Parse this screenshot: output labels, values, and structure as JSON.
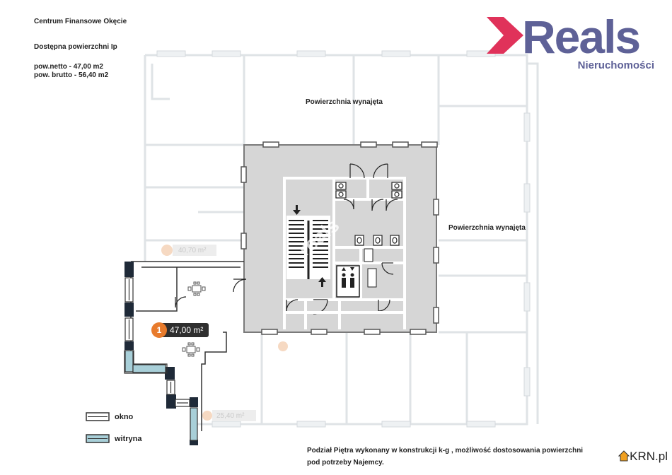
{
  "header": {
    "title": "Centrum Finansowe Okęcie",
    "subtitle": "Dostępna powierzchni Ip",
    "net_area": "pow.netto - 47,00 m2",
    "gross_area": "pow. brutto - 56,40 m2"
  },
  "brand": {
    "name": "Reals",
    "tagline": "Nieruchomości",
    "color": "#5e6197",
    "accent": "#e0325a"
  },
  "labels": {
    "rented_top": "Powierzchnia wynajęta",
    "rented_right": "Powierzchnia wynajęta",
    "watermark": "reals"
  },
  "unit": {
    "number": "1",
    "area": "47,00 m²",
    "badge_color": "#e87b2c"
  },
  "faded_units": {
    "a": "40,70 m²",
    "b": "25,40 m²"
  },
  "legend": {
    "window_label": "okno",
    "storefront_label": "witryna"
  },
  "footer": {
    "line1": "Podział Piętra wykonany w konstrukcji k-g , możliwość dostosowania powierzchni",
    "line2": "pod potrzeby Najemcy."
  },
  "site": {
    "name": "KRN.pl"
  }
}
